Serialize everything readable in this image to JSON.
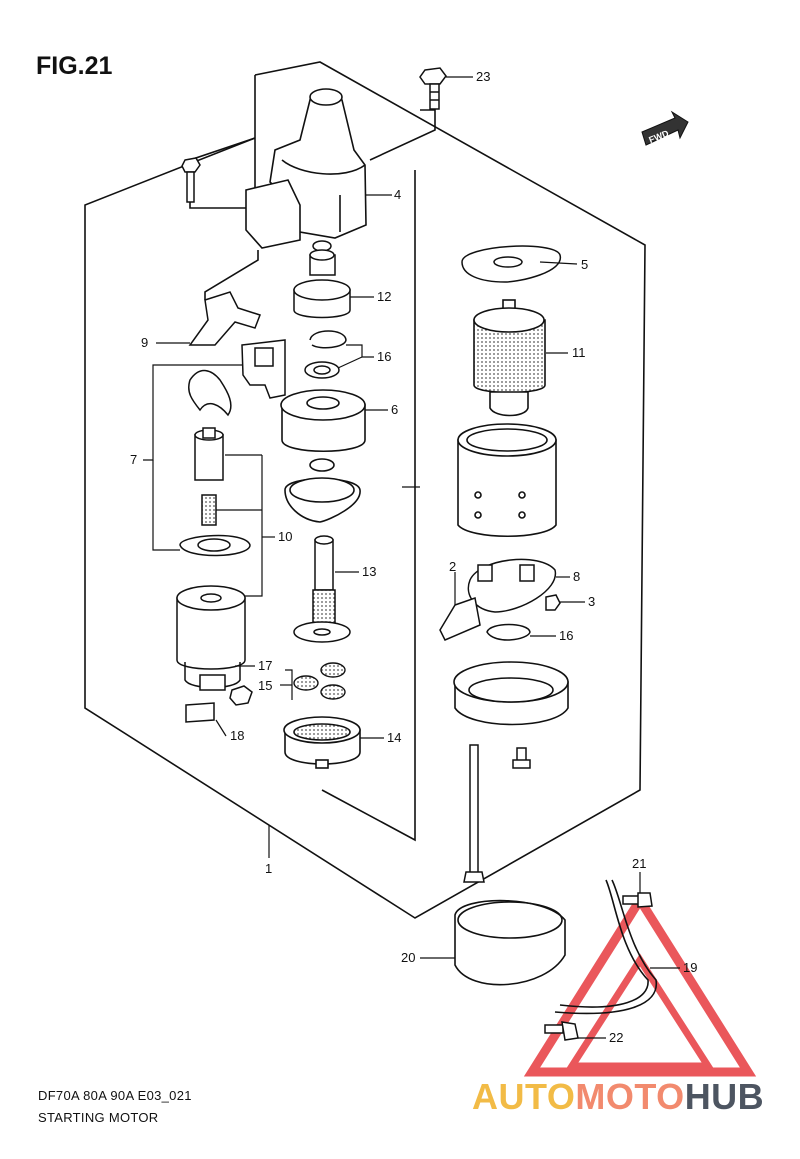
{
  "figure": {
    "title": "FIG.21",
    "model_code": "DF70A 80A 90A E03_021",
    "name": "STARTING MOTOR",
    "fwd_badge": "FWD"
  },
  "callouts": {
    "c1": "1",
    "c2": "2",
    "c3": "3",
    "c4": "4",
    "c5": "5",
    "c6": "6",
    "c7": "7",
    "c8": "8",
    "c9": "9",
    "c10": "10",
    "c11": "11",
    "c12": "12",
    "c13": "13",
    "c14": "14",
    "c15": "15",
    "c16a": "16",
    "c16b": "16",
    "c17": "17",
    "c18": "18",
    "c19": "19",
    "c20": "20",
    "c21": "21",
    "c22": "22",
    "c23": "23"
  },
  "watermark": {
    "part_a": "AUTO",
    "part_b": "MOTO",
    "part_c": "HUB",
    "colors": {
      "auto": "#f2bb46",
      "moto": "#f28a6e",
      "hub": "#4d5561",
      "logo": "#e8454a"
    }
  }
}
